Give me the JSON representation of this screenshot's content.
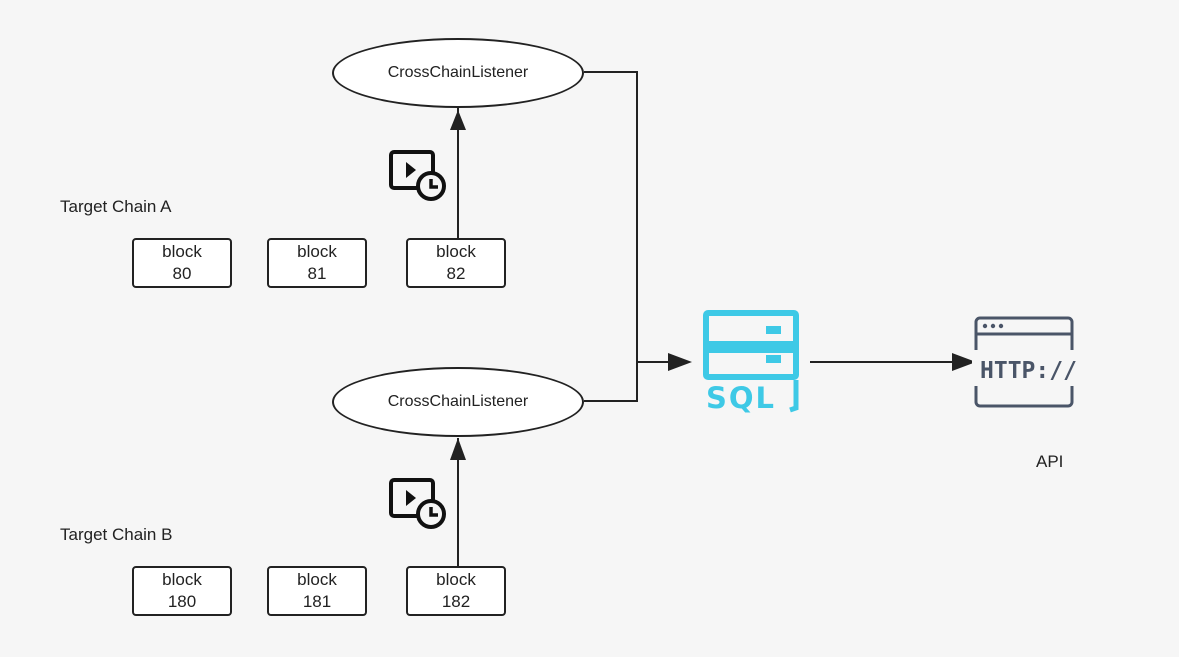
{
  "chains": [
    {
      "label": "Target Chain A",
      "listener": "CrossChainListener",
      "blocks": [
        {
          "word": "block",
          "number": "80"
        },
        {
          "word": "block",
          "number": "81"
        },
        {
          "word": "block",
          "number": "82"
        }
      ]
    },
    {
      "label": "Target Chain B",
      "listener": "CrossChainListener",
      "blocks": [
        {
          "word": "block",
          "number": "180"
        },
        {
          "word": "block",
          "number": "181"
        },
        {
          "word": "block",
          "number": "182"
        }
      ]
    }
  ],
  "database": {
    "text": "SQL",
    "icon": "sql-database-icon",
    "color": "#3ec9e6"
  },
  "api": {
    "text": "HTTP://",
    "label": "API",
    "icon": "http-browser-icon",
    "color": "#4a5568"
  },
  "timer_icon": "video-timer-icon",
  "colors": {
    "line": "#222222",
    "background": "#f6f6f6"
  }
}
